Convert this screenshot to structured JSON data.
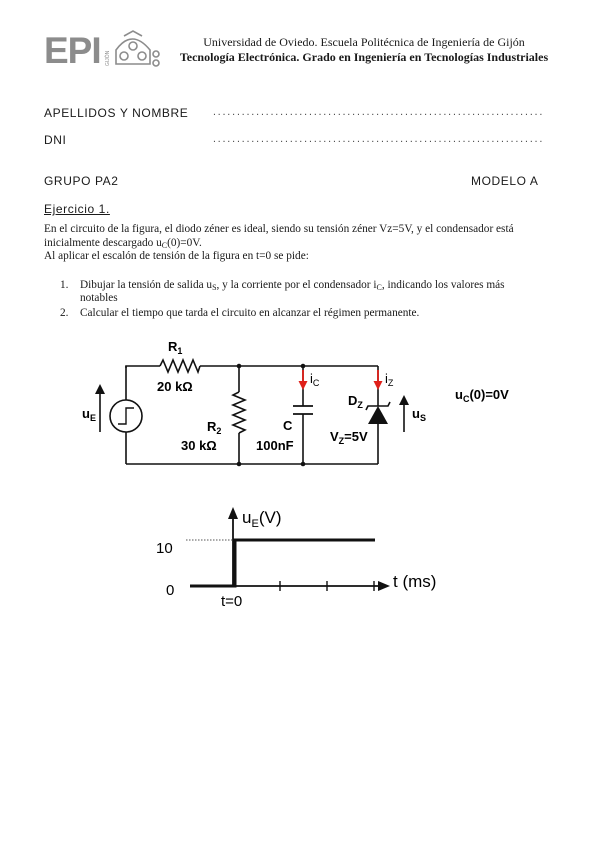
{
  "header": {
    "logo_text": "EPI",
    "logo_small": "GIJÓN",
    "line1": "Universidad de Oviedo. Escuela Politécnica de Ingeniería de Gijón",
    "line2": "Tecnología Electrónica. Grado en Ingeniería en Tecnologías Industriales"
  },
  "form": {
    "name_label": "APELLIDOS Y NOMBRE",
    "dni_label": "DNI",
    "group_label": "GRUPO PA2",
    "model_label": "MODELO A"
  },
  "exercise": {
    "title": "Ejercicio 1.",
    "p1": "En el circuito de la figura, el diodo zéner es ideal, siendo su tensión zéner Vz=5V, y el condensador está inicialmente descargado u",
    "p1_sub": "C",
    "p1_end": "(0)=0V.",
    "p2": "Al aplicar el escalón de tensión de la figura en t=0 se pide:",
    "items": [
      {
        "num": "1.",
        "a": "Dibujar la tensión de salida u",
        "a_sub": "S",
        "b": ", y la corriente por el condensador i",
        "b_sub": "C",
        "c": ", indicando los valores más",
        "line2": "notables"
      },
      {
        "num": "2.",
        "a": "Calcular el tiempo que tarda el circuito en alcanzar el régimen permanente."
      }
    ]
  },
  "circuit": {
    "r1_name": "R",
    "r1_sub": "1",
    "r1_value": "20 kΩ",
    "r2_name": "R",
    "r2_sub": "2",
    "r2_value": "30 kΩ",
    "c_name": "C",
    "c_value": "100nF",
    "dz_name": "D",
    "dz_sub": "Z",
    "vz_name": "V",
    "vz_sub": "Z",
    "vz_value": "=5V",
    "ic_name": "i",
    "ic_sub": "C",
    "iz_name": "i",
    "iz_sub": "Z",
    "ue_name": "u",
    "ue_sub": "E",
    "us_name": "u",
    "us_sub": "S",
    "uc0_name": "u",
    "uc0_sub": "C",
    "uc0_value": "(0)=0V",
    "accent_color": "#e0201a"
  },
  "step_graph": {
    "ylabel_name": "u",
    "ylabel_sub": "E",
    "ylabel_unit": "(V)",
    "xlabel": "t (ms)",
    "y_high": "10",
    "y_zero": "0",
    "t0_label": "t=0"
  }
}
